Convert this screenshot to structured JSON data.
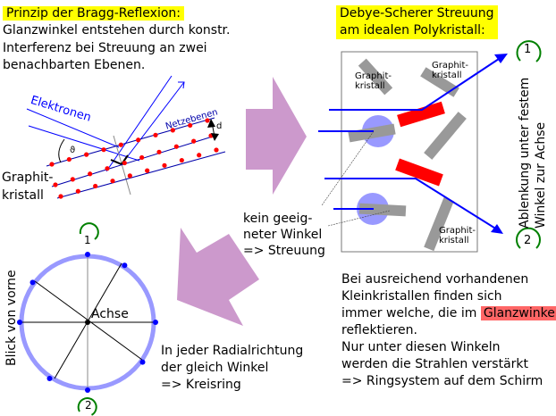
{
  "bragg": {
    "title": "Prinzip der Bragg-Reflexion:",
    "lines": [
      "Glanzwinkel entstehen durch konstr.",
      "Interferenz bei Streuung an zwei",
      "benachbarten Ebenen."
    ],
    "electrons_label": "Elektronen",
    "planes_label": "Netzebenen",
    "spacing_label": "d",
    "angle_label": "ϑ",
    "crystal_label": [
      "Graphit-",
      "kristall"
    ]
  },
  "debye": {
    "title_lines": [
      "Debye-Scherer Streuung",
      "am idealen Polykristall:"
    ],
    "crystal_labels": [
      [
        "Graphit-",
        "kristall"
      ],
      [
        "Graphit-",
        "kristall"
      ],
      [
        "Graphit-",
        "kristall"
      ]
    ],
    "side_label_lines": [
      "Ablenkung unter festem",
      "Winkel zur Achse"
    ],
    "marker_1": "1",
    "marker_2": "2"
  },
  "no_angle_note": [
    "kein geeig-",
    "neter Winkel",
    "=> Streuung"
  ],
  "front_view": {
    "side_label": "Blick von vorne",
    "axis_label": "Achse",
    "marker_1": "1",
    "marker_2": "2",
    "caption": [
      "In jeder Radialrichtung",
      "der gleich Winkel",
      "=> Kreisring"
    ]
  },
  "conclusion": {
    "line1": "Bei ausreichend vorhandenen",
    "line2": "Kleinkristallen finden sich",
    "line3_pre": "immer welche, die im ",
    "line3_highlight": "Glanzwinkel",
    "line4": "reflektieren.",
    "line5": "Nur unter diesen Winkeln",
    "line6": "werden die Strahlen verstärkt",
    "line7": "=> Ringsystem auf dem Schirm"
  },
  "colors": {
    "title_highlight": "#ffff00",
    "glanzwinkel_highlight": "#ff6666",
    "beam": "#0000ff",
    "atom": "#ff0000",
    "arrow": "#cc99cc",
    "ring": "#9999ff",
    "marker_circle": "#008000",
    "crystal_gray": "#999999",
    "crystal_red": "#ff0000"
  }
}
